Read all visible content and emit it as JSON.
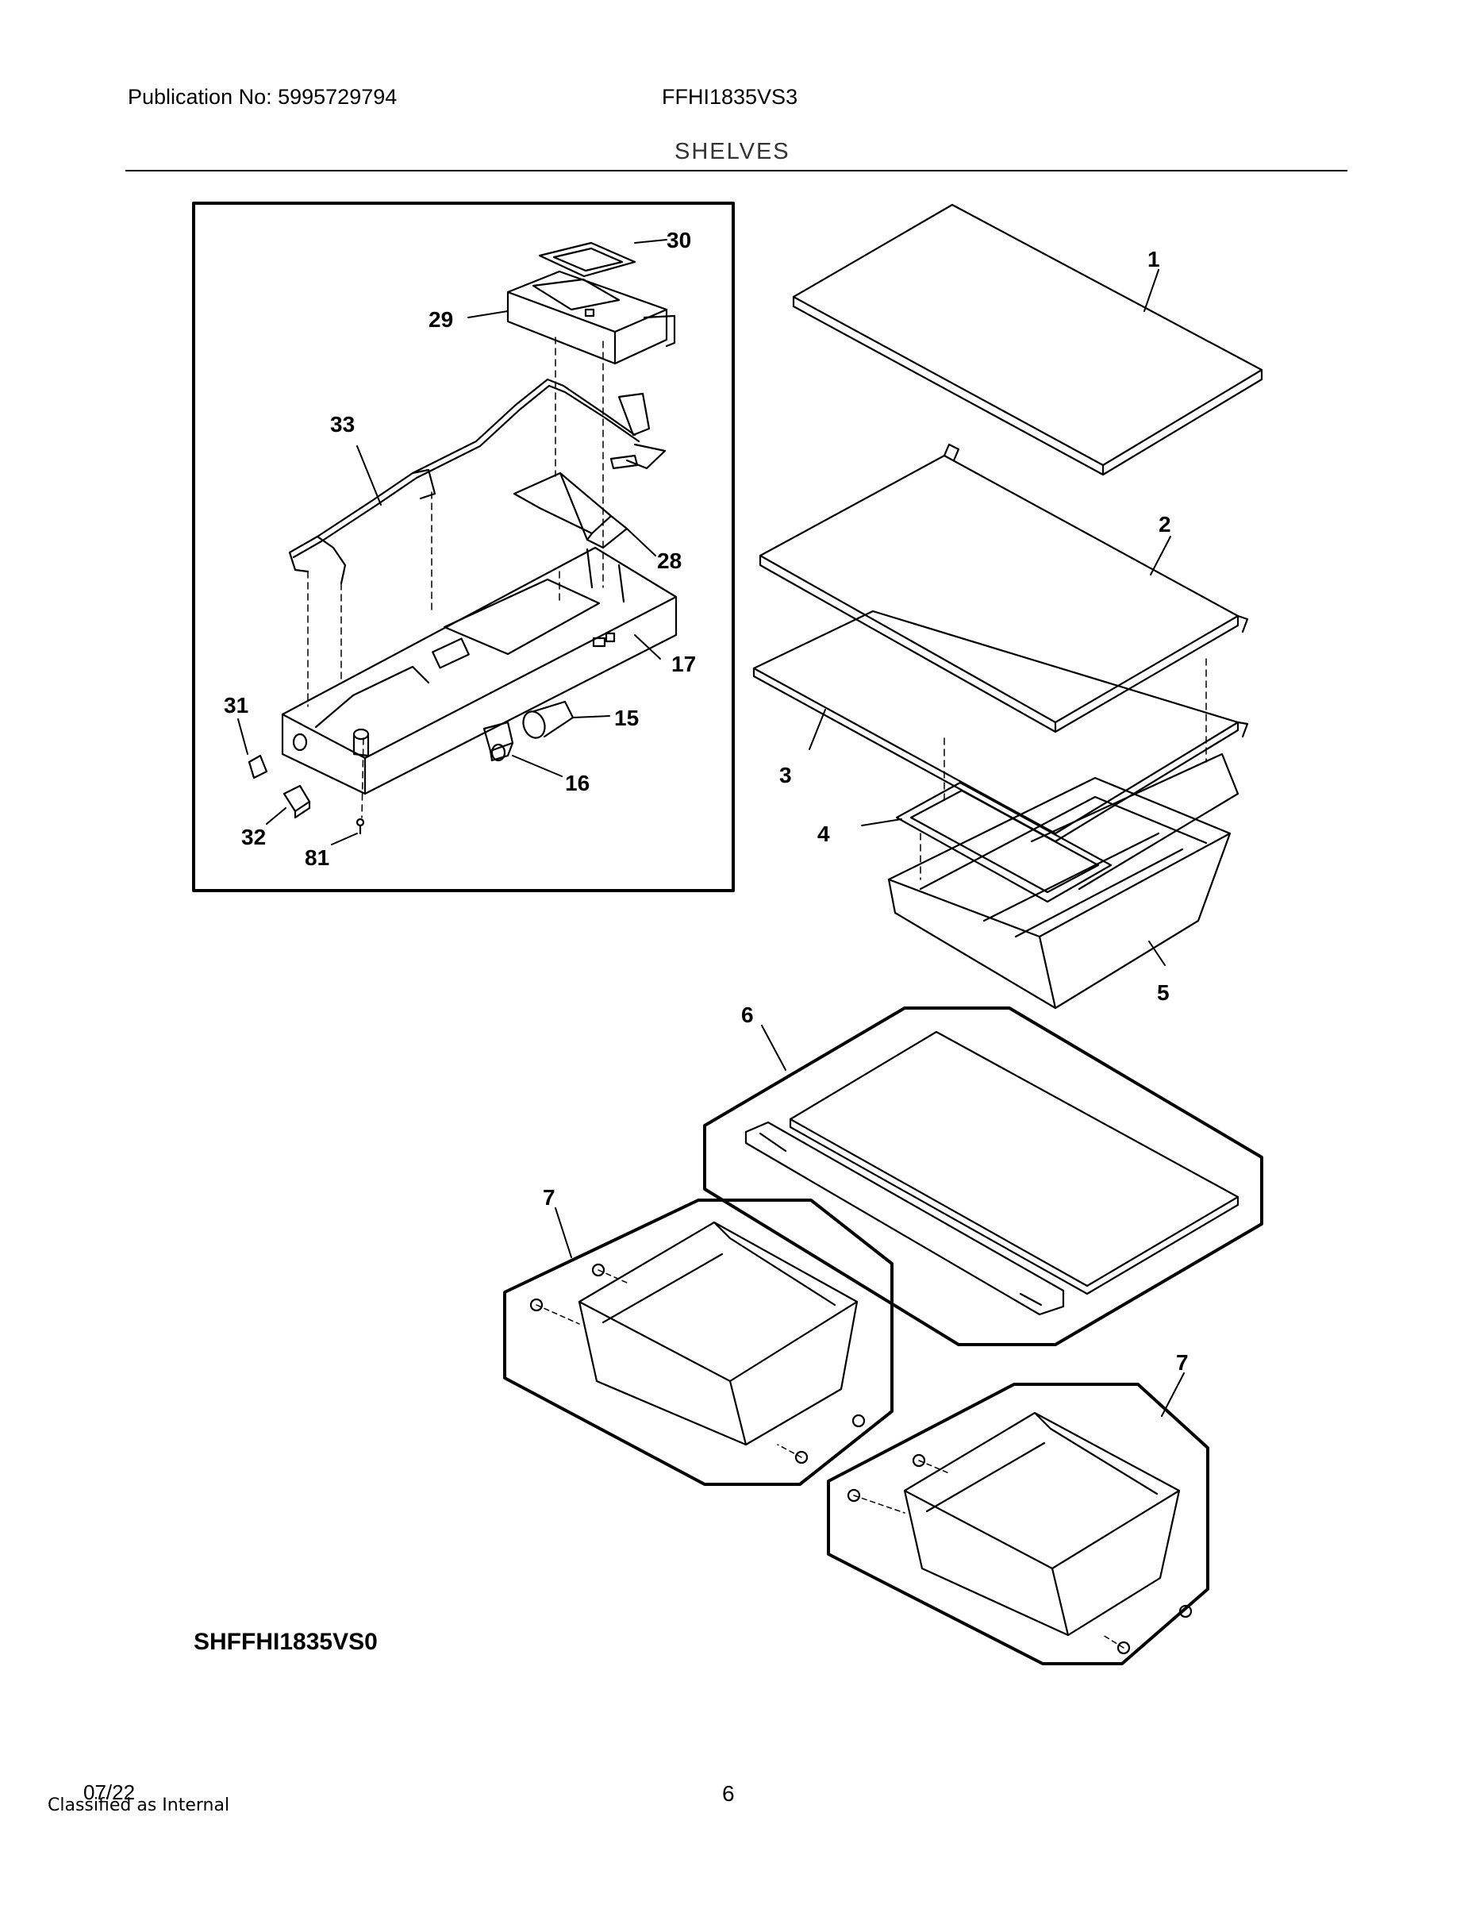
{
  "header": {
    "publication": "Publication No: 5995729794",
    "model": "FFHI1835VS3",
    "section_title": "SHELVES"
  },
  "callouts": {
    "c1": "1",
    "c2": "2",
    "c3": "3",
    "c4": "4",
    "c5": "5",
    "c6": "6",
    "c7a": "7",
    "c7b": "7",
    "c15": "15",
    "c16": "16",
    "c17": "17",
    "c28": "28",
    "c29": "29",
    "c30": "30",
    "c31": "31",
    "c32": "32",
    "c33": "33",
    "c81": "81"
  },
  "footer": {
    "diagram_code": "SHFFHI1835VS0",
    "date": "07/22",
    "classification": "Classified as Internal",
    "page_number": "6"
  }
}
